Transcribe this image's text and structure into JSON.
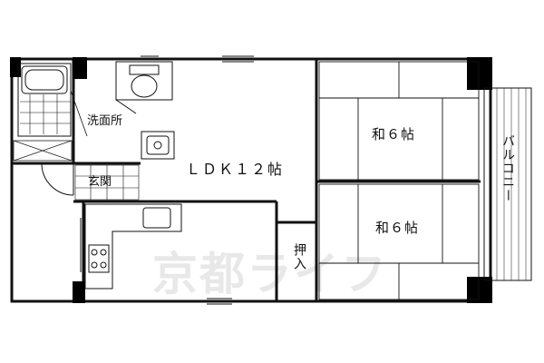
{
  "rooms": {
    "bath_wash": "洗面所",
    "entrance": "玄関",
    "ldk": "ＬＤＫ１２帖",
    "washitsu_upper": "和６帖",
    "washitsu_lower": "和６帖",
    "closet": "押入",
    "balcony": "バルコニー"
  },
  "watermark": "京都ライフ",
  "colors": {
    "line": "#111111",
    "wall": "#000000",
    "hatch": "#222222"
  }
}
